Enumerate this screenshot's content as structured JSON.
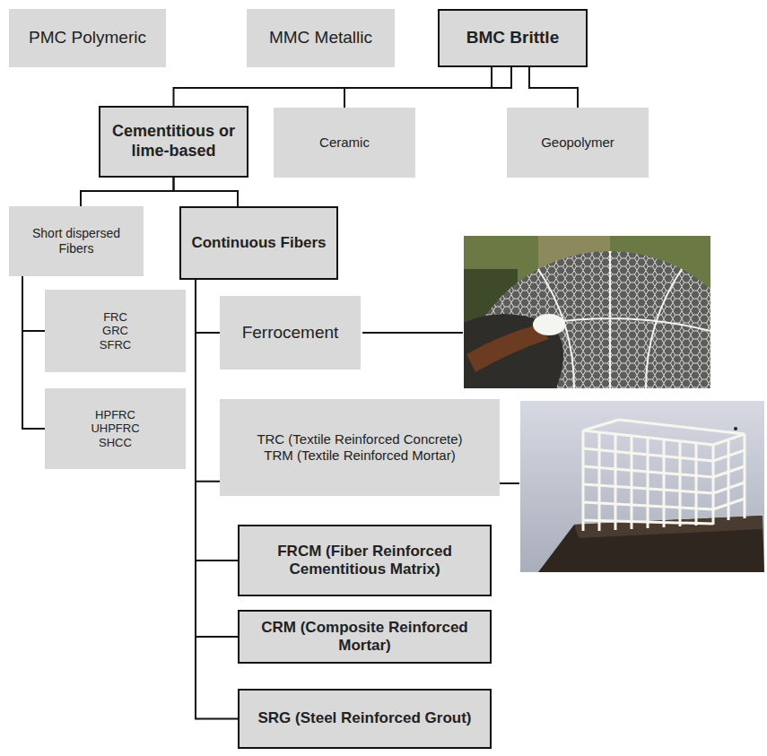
{
  "diagram": {
    "nodes": [
      {
        "text": [
          "PMC Polymeric"
        ]
      },
      {
        "text": [
          "MMC Metallic"
        ]
      },
      {
        "text": [
          "BMC Brittle"
        ]
      },
      {
        "text": [
          "Cementitious or lime-based"
        ]
      },
      {
        "text": [
          "Ceramic"
        ]
      },
      {
        "text": [
          "Geopolymer"
        ]
      },
      {
        "text": [
          "Short dispersed Fibers"
        ]
      },
      {
        "text": [
          "Continuous Fibers"
        ]
      },
      {
        "text": [
          "FRC GRC SFRC"
        ]
      },
      {
        "text": [
          "HPFRC UHPFRC SHCC"
        ]
      },
      {
        "text": [
          "Ferrocement"
        ]
      },
      {
        "text": [
          "TRC (Textile Reinforced Concrete)",
          "TRM (Textile Reinforced Mortar)"
        ]
      },
      {
        "text": [
          "FRCM (Fiber Reinforced Cementitious Matrix)"
        ]
      },
      {
        "text": [
          "CRM (Composite Reinforced Mortar)"
        ]
      },
      {
        "text": [
          "SRG (Steel Reinforced Grout)"
        ]
      }
    ],
    "edges": [
      {
        "from": 2,
        "to": 3,
        "arrow": "none"
      },
      {
        "from": 2,
        "to": 4,
        "arrow": "none"
      },
      {
        "from": 2,
        "to": 5,
        "arrow": "none"
      },
      {
        "from": 3,
        "to": 6,
        "arrow": "none"
      },
      {
        "from": 3,
        "to": 7,
        "arrow": "none"
      },
      {
        "from": 6,
        "to": 8,
        "arrow": "none"
      },
      {
        "from": 6,
        "to": 9,
        "arrow": "none"
      },
      {
        "from": 7,
        "to": 10,
        "arrow": "none"
      },
      {
        "from": 7,
        "to": 11,
        "arrow": "none"
      },
      {
        "from": 7,
        "to": 12,
        "arrow": "none"
      },
      {
        "from": 7,
        "to": 13,
        "arrow": "none"
      },
      {
        "from": 7,
        "to": 14,
        "arrow": "none"
      }
    ]
  }
}
